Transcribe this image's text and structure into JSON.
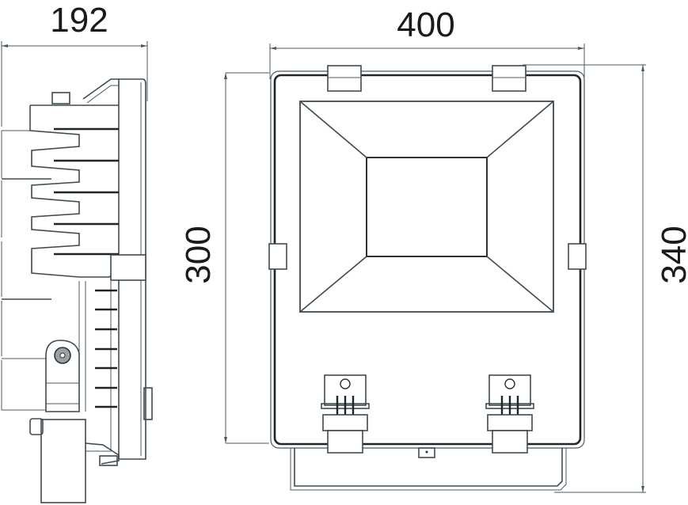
{
  "drawing": {
    "subject": "LED floodlight dimensional drawing",
    "units": "mm",
    "colors": {
      "line": "#3e4a50",
      "heavy_line": "#1e2428",
      "text": "#1a1a1a",
      "background": "#ffffff"
    },
    "views": [
      {
        "name": "side-view",
        "dimensions": {
          "depth": "192"
        }
      },
      {
        "name": "front-view",
        "dimensions": {
          "width": "400",
          "body_height": "300",
          "overall_height": "340"
        }
      }
    ]
  },
  "labels": {
    "depth": "192",
    "width": "400",
    "body_height": "300",
    "overall_height": "340"
  }
}
